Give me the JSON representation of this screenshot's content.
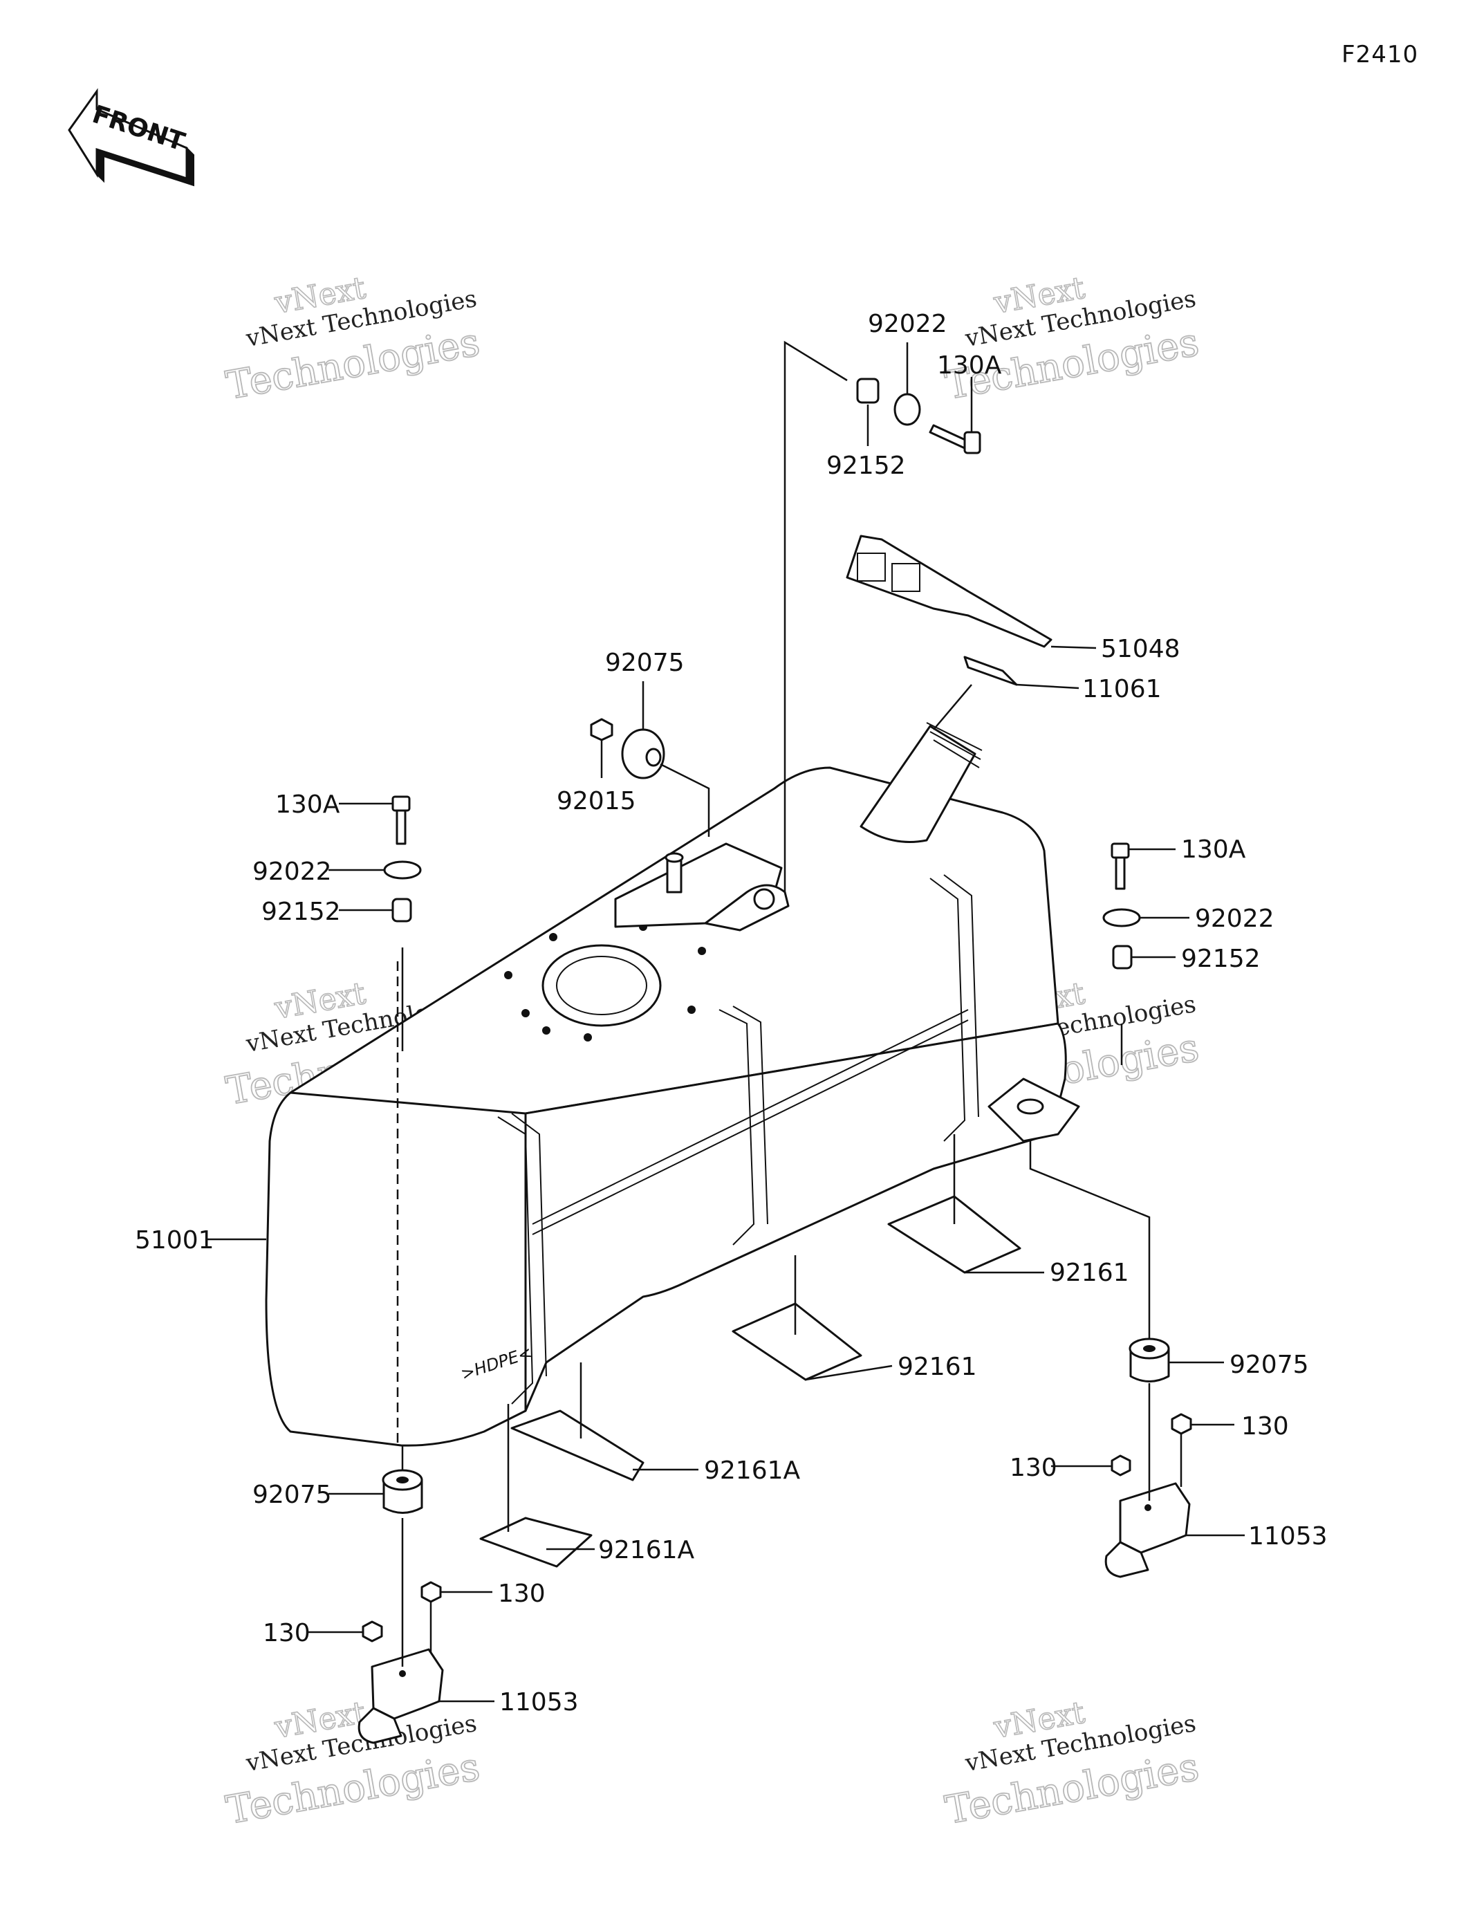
{
  "diagram_code": "F2410",
  "front_label": "FRONT",
  "watermark": {
    "line1": "vNext Technologies",
    "line2": "vNext",
    "line3": "Technologies"
  },
  "tank_decal": ">HDPE<",
  "parts": [
    {
      "id": "p1",
      "number": "92022"
    },
    {
      "id": "p2",
      "number": "130A"
    },
    {
      "id": "p3",
      "number": "92152"
    },
    {
      "id": "p4",
      "number": "51048"
    },
    {
      "id": "p5",
      "number": "11061"
    },
    {
      "id": "p6",
      "number": "92075"
    },
    {
      "id": "p7",
      "number": "92015"
    },
    {
      "id": "p8",
      "number": "130A"
    },
    {
      "id": "p9",
      "number": "92022"
    },
    {
      "id": "p10",
      "number": "92152"
    },
    {
      "id": "p11",
      "number": "130A"
    },
    {
      "id": "p12",
      "number": "92022"
    },
    {
      "id": "p13",
      "number": "92152"
    },
    {
      "id": "p14",
      "number": "51001"
    },
    {
      "id": "p15",
      "number": "92161"
    },
    {
      "id": "p16",
      "number": "92161"
    },
    {
      "id": "p17",
      "number": "92075"
    },
    {
      "id": "p18",
      "number": "130"
    },
    {
      "id": "p19",
      "number": "130"
    },
    {
      "id": "p20",
      "number": "11053"
    },
    {
      "id": "p21",
      "number": "92161A"
    },
    {
      "id": "p22",
      "number": "92075"
    },
    {
      "id": "p23",
      "number": "92161A"
    },
    {
      "id": "p24",
      "number": "130"
    },
    {
      "id": "p25",
      "number": "130"
    },
    {
      "id": "p26",
      "number": "11053"
    }
  ]
}
